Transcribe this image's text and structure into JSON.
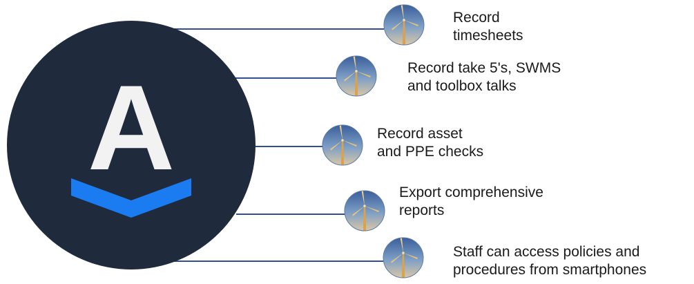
{
  "logo": {
    "letter": "A",
    "circle_color": "#1f2a3c",
    "letter_color": "#f2f2f2",
    "chevron_color": "#1a7cf0",
    "icon": "brand-logo"
  },
  "connector_color": "#2f4f8f",
  "features": [
    {
      "label": "Record\ntimesheets",
      "icon": "wind-turbine-icon"
    },
    {
      "label": "Record take 5's, SWMS\nand toolbox talks",
      "icon": "wind-turbine-icon"
    },
    {
      "label": "Record asset\nand PPE checks",
      "icon": "wind-turbine-icon"
    },
    {
      "label": "Export comprehensive\nreports",
      "icon": "wind-turbine-icon"
    },
    {
      "label": "Staff can access policies and\nprocedures from smartphones",
      "icon": "wind-turbine-icon"
    }
  ]
}
